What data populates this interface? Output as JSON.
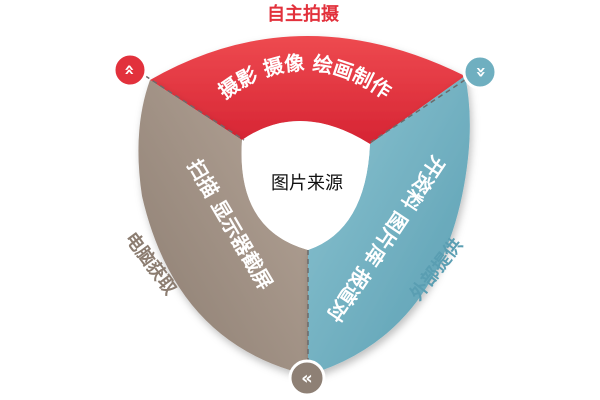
{
  "diagram": {
    "center_label": "图片来源",
    "segments": {
      "top": {
        "inner_label": "摄影 摄像 绘画制作",
        "outer_label": "自主拍摄",
        "color": "#E2313C"
      },
      "right": {
        "inner_label": "公开资料 图片库 报道对象",
        "outer_label": "外部提供",
        "color": "#6FAFC0"
      },
      "left": {
        "inner_label": "扫描 显示器截屏",
        "outer_label": "电脑获取",
        "color": "#A39487"
      }
    },
    "badges": {
      "top_left": {
        "icon": "double-chevron-up-icon",
        "glyph": "«",
        "color": "#E2313C"
      },
      "top_right": {
        "icon": "double-chevron-down-icon",
        "glyph": "«",
        "color": "#6FAFC0"
      },
      "bottom": {
        "icon": "double-chevron-left-icon",
        "glyph": "«",
        "color": "#8E8075"
      }
    }
  }
}
